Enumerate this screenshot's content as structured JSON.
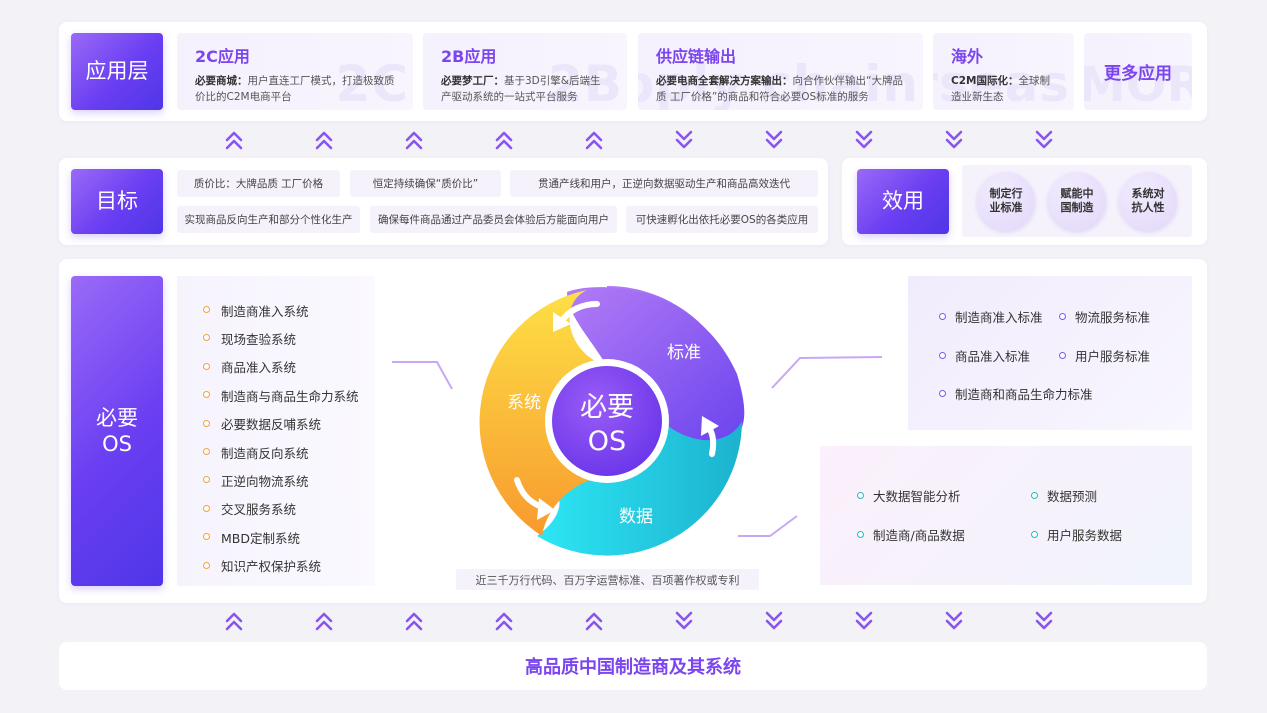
{
  "app_layer": {
    "label": "应用层",
    "cards": [
      {
        "title": "2C应用",
        "highlight": "必要商城：",
        "desc": "用户直连工厂模式，打造极致质价比的C2M电商平台",
        "watermark": "2C"
      },
      {
        "title": "2B应用",
        "highlight": "必要梦工厂：",
        "desc": "基于3D引擎&后端生产驱动系统的一站式平台服务",
        "watermark": "2B"
      },
      {
        "title": "供应链输出",
        "highlight": "必要电商全套解决方案输出：",
        "desc": "向合作伙伴输出“大牌品质 工厂价格”的商品和符合必要OS标准的服务",
        "watermark": "Supply chain"
      },
      {
        "title": "海外",
        "highlight": "C2M国际化：",
        "desc": "全球制造业新生态",
        "watermark": "Overseas"
      }
    ],
    "more": {
      "label": "更多应用",
      "watermark": "MORE"
    }
  },
  "goals": {
    "label": "目标",
    "items": [
      "质价比：大牌品质 工厂价格",
      "恒定持续确保“质价比”",
      "贯通产线和用户，正逆向数据驱动生产和商品高效迭代",
      "实现商品反向生产和部分个性化生产",
      "确保每件商品通过产品委员会体验后方能面向用户",
      "可快速孵化出依托必要OS的各类应用"
    ]
  },
  "effects": {
    "label": "效用",
    "items": [
      "制定行业标准",
      "赋能中国制造",
      "系统对抗人性"
    ]
  },
  "os": {
    "label_line1": "必要",
    "label_line2": "OS",
    "systems": [
      "制造商准入系统",
      "现场查验系统",
      "商品准入系统",
      "制造商与商品生命力系统",
      "必要数据反哺系统",
      "制造商反向系统",
      "正逆向物流系统",
      "交叉服务系统",
      "MBD定制系统",
      "知识产权保护系统"
    ],
    "cycle": {
      "center_line1": "必要",
      "center_line2": "OS",
      "segment_system": "系统",
      "segment_standard": "标准",
      "segment_data": "数据",
      "colors": {
        "system": "#f7b23a",
        "standard": "#8a52f0",
        "data": "#20c4d6"
      }
    },
    "caption": "近三千万行代码、百万字运营标准、百项著作权或专利",
    "standards": [
      "制造商准入标准",
      "物流服务标准",
      "商品准入标准",
      "用户服务标准",
      "制造商和商品生命力标准"
    ],
    "data_items": [
      "大数据智能分析",
      "数据预测",
      "制造商/商品数据",
      "用户服务数据"
    ]
  },
  "foundation": {
    "label": "高品质中国制造商及其系统"
  },
  "accent_color": "#7b45ef"
}
